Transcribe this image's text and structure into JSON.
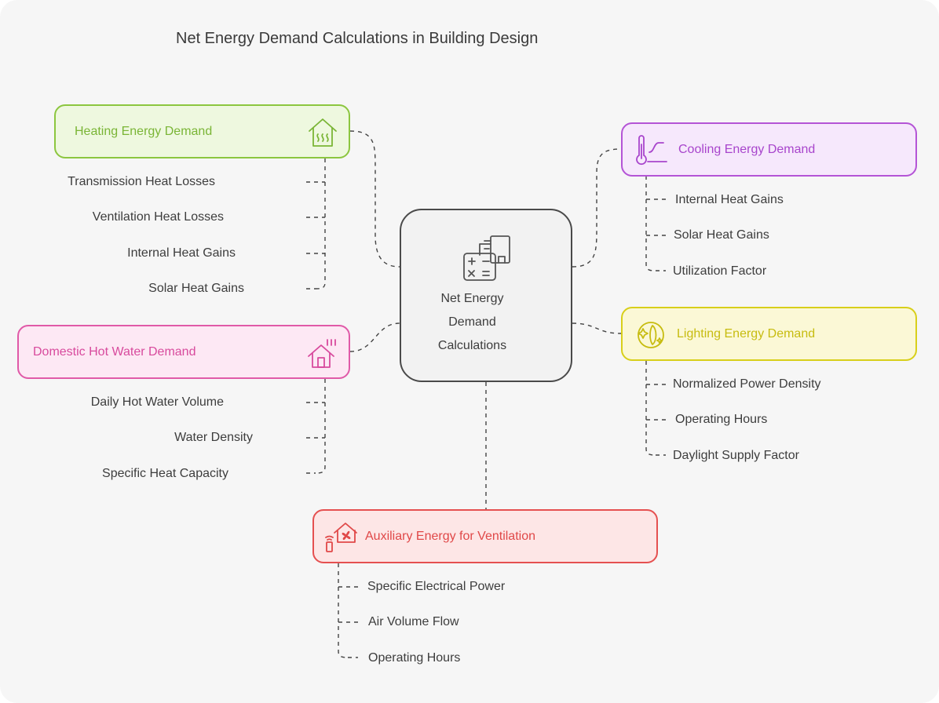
{
  "title": "Net Energy Demand Calculations in Building Design",
  "center": {
    "line1": "Net Energy",
    "line2": "Demand",
    "line3": "Calculations",
    "icon": "calculator-document-icon"
  },
  "heating": {
    "label": "Heating Energy Demand",
    "icon": "house-heat-icon",
    "color": "#8cc63f",
    "items": [
      "Transmission Heat Losses",
      "Ventilation Heat Losses",
      "Internal Heat Gains",
      "Solar Heat Gains"
    ]
  },
  "hot_water": {
    "label": "Domestic Hot Water Demand",
    "icon": "house-steam-icon",
    "color": "#e05aa8",
    "items": [
      "Daily Hot Water Volume",
      "Water Density",
      "Specific Heat Capacity"
    ]
  },
  "cooling": {
    "label": "Cooling Energy Demand",
    "icon": "thermometer-icon",
    "color": "#b454d6",
    "items": [
      "Internal Heat Gains",
      "Solar Heat Gains",
      "Utilization Factor"
    ]
  },
  "lighting": {
    "label": "Lighting Energy Demand",
    "icon": "light-sparkle-icon",
    "color": "#d8cf1a",
    "items": [
      "Normalized Power Density",
      "Operating Hours",
      "Daylight Supply Factor"
    ]
  },
  "ventilation": {
    "label": "Auxiliary Energy for Ventilation",
    "icon": "house-fan-icon",
    "color": "#e55050",
    "items": [
      "Specific Electrical Power",
      "Air Volume Flow",
      "Operating Hours"
    ]
  }
}
